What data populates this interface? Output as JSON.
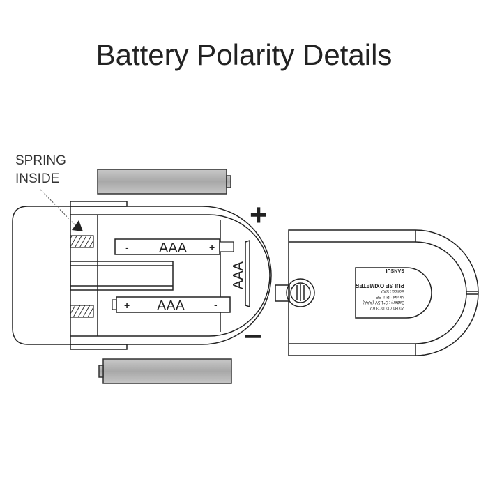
{
  "title": "Battery Polarity Details",
  "callout": {
    "line1": "SPRING",
    "line2": "INSIDE"
  },
  "polarity": {
    "plus": "+",
    "minus": "−"
  },
  "slots": [
    {
      "label": "AAA",
      "left_sign": "-",
      "right_sign": "+"
    },
    {
      "label": "AAA",
      "left_sign": "+",
      "right_sign": "-"
    },
    {
      "label": "AAA"
    }
  ],
  "device_label": {
    "brand": "SANSUI",
    "product": "PULSE OXIMETER",
    "series": "Series : SX?",
    "model": "Model : PULSE",
    "battery": "Battery : 3*1.5V (AAA)",
    "code": "2008170? DC3.6V"
  }
}
